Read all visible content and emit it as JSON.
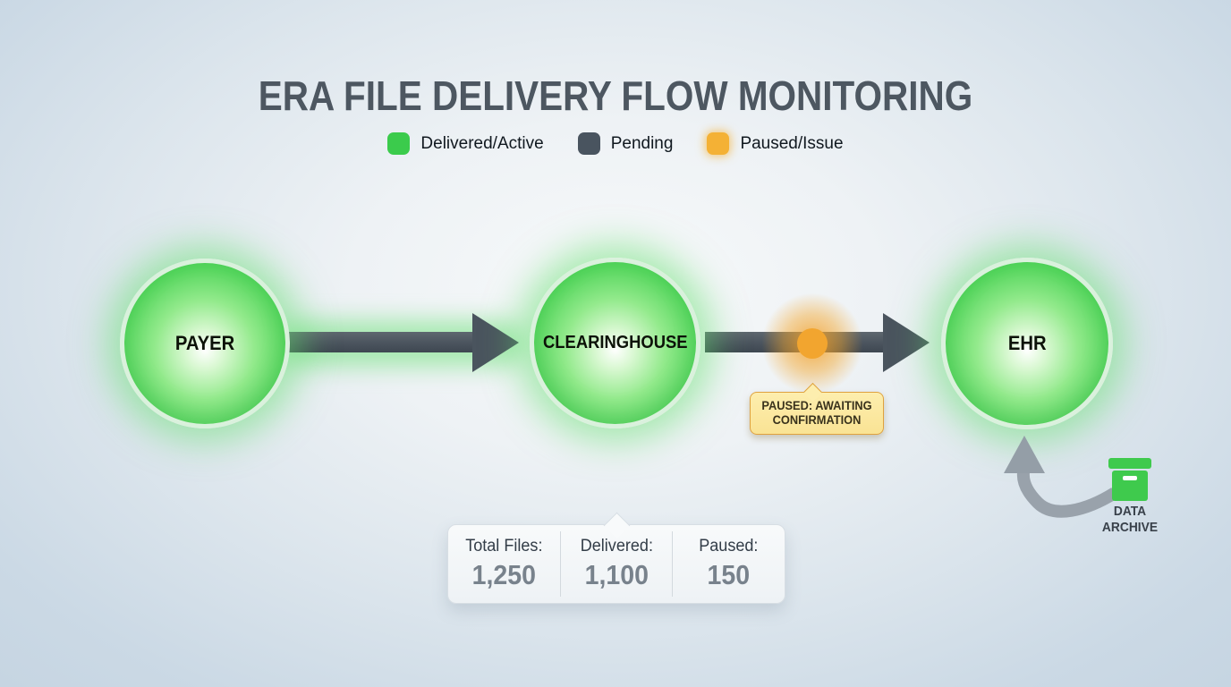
{
  "title": "ERA FILE DELIVERY FLOW MONITORING",
  "legend": {
    "items": [
      {
        "id": "delivered",
        "label": "Delivered/Active",
        "color": "#3bcb4c"
      },
      {
        "id": "pending",
        "label": "Pending",
        "color": "#49545f"
      },
      {
        "id": "paused",
        "label": "Paused/Issue",
        "color": "#f4b135"
      }
    ]
  },
  "nodes": {
    "payer": {
      "label": "PAYER",
      "status": "active"
    },
    "clearinghouse": {
      "label": "CLEARINGHOUSE",
      "status": "active"
    },
    "ehr": {
      "label": "EHR",
      "status": "active"
    }
  },
  "paused_indicator": {
    "tooltip_line1": "PAUSED: AWAITING",
    "tooltip_line2": "CONFIRMATION",
    "color": "#f2a52f"
  },
  "stats": {
    "items": [
      {
        "label": "Total Files:",
        "value": "1,250"
      },
      {
        "label": "Delivered:",
        "value": "1,100"
      },
      {
        "label": "Paused:",
        "value": "150"
      }
    ]
  },
  "archive": {
    "label_line1": "DATA",
    "label_line2": "ARCHIVE",
    "icon_color": "#3fca4d"
  },
  "colors": {
    "arrow": "#4a545e",
    "title_text": "#4d5761",
    "node_green": "#3cc94c",
    "glow_green": "#61e06d",
    "tooltip_bg": "#fdeeae",
    "tooltip_border": "#dfa23f",
    "background_edge": "#c6d5e2"
  }
}
